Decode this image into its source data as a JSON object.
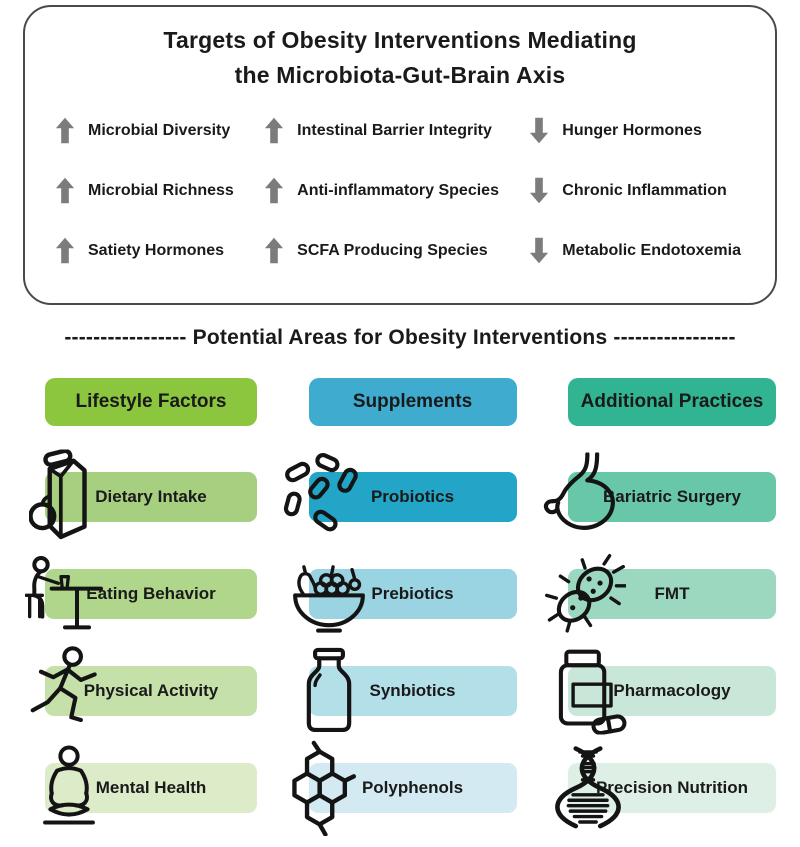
{
  "targets_box": {
    "title_line1": "Targets of Obesity Interventions Mediating",
    "title_line2": "the Microbiota-Gut-Brain Axis",
    "arrow_color": "#7c7c7c",
    "items": [
      {
        "direction": "up",
        "icon": "up-arrow",
        "label": "Microbial Diversity"
      },
      {
        "direction": "up",
        "icon": "up-arrow",
        "label": "Intestinal Barrier Integrity"
      },
      {
        "direction": "down",
        "icon": "down-arrow",
        "label": "Hunger Hormones"
      },
      {
        "direction": "up",
        "icon": "up-arrow",
        "label": "Microbial Richness"
      },
      {
        "direction": "up",
        "icon": "up-arrow",
        "label": "Anti-inflammatory Species"
      },
      {
        "direction": "down",
        "icon": "down-arrow",
        "label": "Chronic Inflammation"
      },
      {
        "direction": "up",
        "icon": "up-arrow",
        "label": "Satiety Hormones"
      },
      {
        "direction": "up",
        "icon": "up-arrow",
        "label": "SCFA Producing Species"
      },
      {
        "direction": "down",
        "icon": "down-arrow",
        "label": "Metabolic Endotoxemia"
      }
    ]
  },
  "divider": {
    "dashes_left": "-----------------",
    "label": "Potential Areas for Obesity Interventions",
    "dashes_right": "-----------------"
  },
  "areas": {
    "columns": [
      {
        "header": "Lifestyle Factors",
        "header_color": "#8cc63f",
        "rows": [
          {
            "label": "Dietary Intake",
            "icon": "grocery-bag-apple",
            "color": "#a6d07f"
          },
          {
            "label": "Eating Behavior",
            "icon": "person-eating-at-table",
            "color": "#afd68b"
          },
          {
            "label": "Physical Activity",
            "icon": "running-person",
            "color": "#c5e0a9"
          },
          {
            "label": "Mental Health",
            "icon": "meditating-person",
            "color": "#dcebc8"
          }
        ]
      },
      {
        "header": "Supplements",
        "header_color": "#3fabcf",
        "rows": [
          {
            "label": "Probiotics",
            "icon": "bacteria-capsules",
            "color": "#22a5c6"
          },
          {
            "label": "Prebiotics",
            "icon": "fruit-bowl",
            "color": "#9ad3e1"
          },
          {
            "label": "Synbiotics",
            "icon": "bottle",
            "color": "#b3dfe9"
          },
          {
            "label": "Polyphenols",
            "icon": "molecule-hexagons",
            "color": "#d3eaf2"
          }
        ]
      },
      {
        "header": "Additional Practices",
        "header_color": "#30b491",
        "rows": [
          {
            "label": "Bariatric Surgery",
            "icon": "stomach",
            "color": "#68c7a9"
          },
          {
            "label": "FMT",
            "icon": "microbe",
            "color": "#9cd7c0"
          },
          {
            "label": "Pharmacology",
            "icon": "pill-bottle-capsule",
            "color": "#c9e7d8"
          },
          {
            "label": "Precision Nutrition",
            "icon": "dna-helix",
            "color": "#def0e6"
          }
        ]
      }
    ]
  }
}
